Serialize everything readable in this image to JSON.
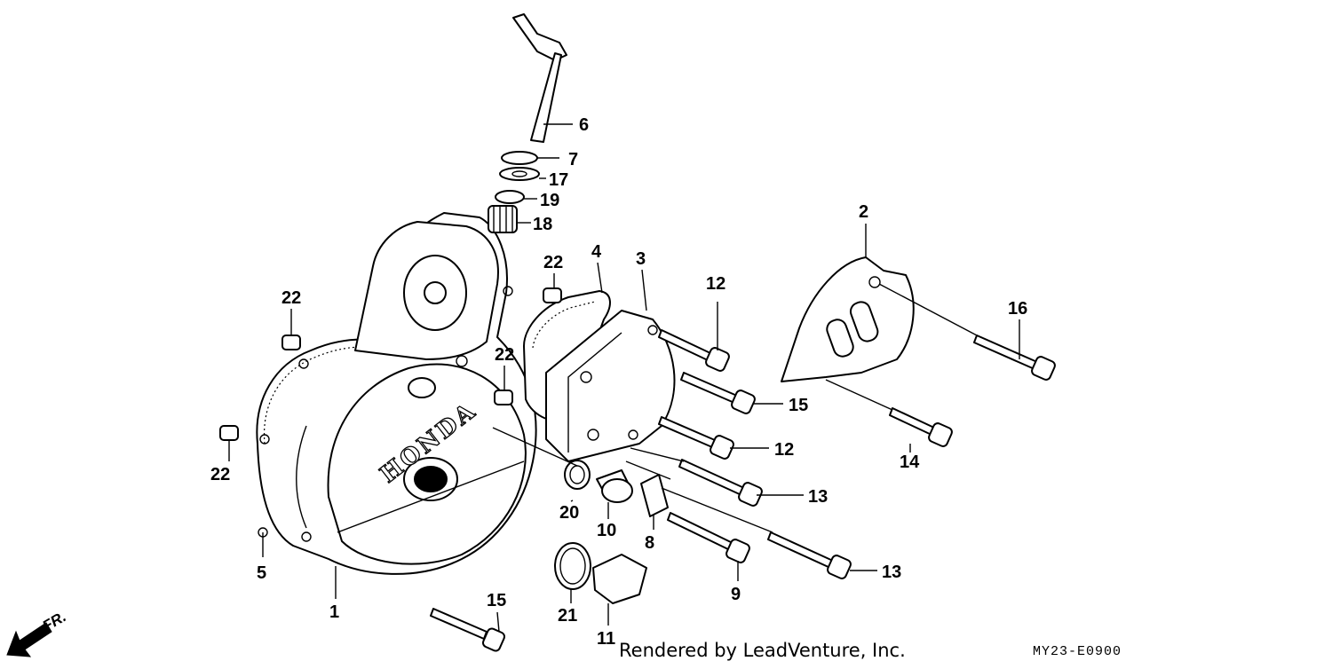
{
  "diagram": {
    "callouts": [
      {
        "id": "c1",
        "label": "1"
      },
      {
        "id": "c2",
        "label": "2"
      },
      {
        "id": "c3",
        "label": "3"
      },
      {
        "id": "c4",
        "label": "4"
      },
      {
        "id": "c5",
        "label": "5"
      },
      {
        "id": "c6",
        "label": "6"
      },
      {
        "id": "c7",
        "label": "7"
      },
      {
        "id": "c8",
        "label": "8"
      },
      {
        "id": "c9",
        "label": "9"
      },
      {
        "id": "c10",
        "label": "10"
      },
      {
        "id": "c11",
        "label": "11"
      },
      {
        "id": "c12a",
        "label": "12"
      },
      {
        "id": "c12b",
        "label": "12"
      },
      {
        "id": "c13a",
        "label": "13"
      },
      {
        "id": "c13b",
        "label": "13"
      },
      {
        "id": "c14",
        "label": "14"
      },
      {
        "id": "c15a",
        "label": "15"
      },
      {
        "id": "c15b",
        "label": "15"
      },
      {
        "id": "c16",
        "label": "16"
      },
      {
        "id": "c17",
        "label": "17"
      },
      {
        "id": "c18",
        "label": "18"
      },
      {
        "id": "c19",
        "label": "19"
      },
      {
        "id": "c20",
        "label": "20"
      },
      {
        "id": "c21",
        "label": "21"
      },
      {
        "id": "c22a",
        "label": "22"
      },
      {
        "id": "c22b",
        "label": "22"
      },
      {
        "id": "c22c",
        "label": "22"
      },
      {
        "id": "c22d",
        "label": "22"
      }
    ],
    "cover_emboss": "HONDA",
    "direction_label": "FR."
  },
  "footer": {
    "credit": "Rendered by LeadVenture, Inc.",
    "diagram_code": "MY23-E0900"
  }
}
